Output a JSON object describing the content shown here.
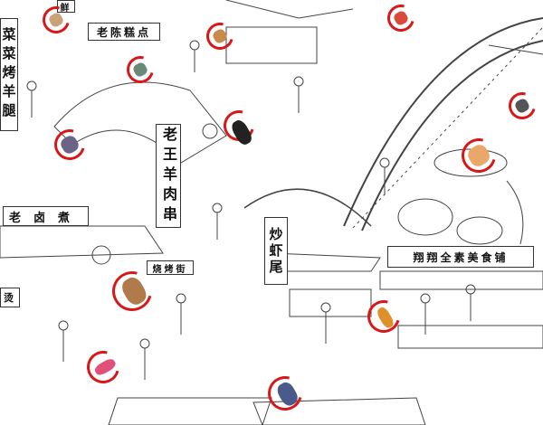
{
  "game": {
    "signs": {
      "top_left_partial": "鲜",
      "cake_shop": "老陈糕点",
      "roast_lamb_leg": "菜菜烤羊腿",
      "lamb_skewers": "老王羊肉串",
      "stew": "老卤煮",
      "bbq_street": "烧烤街",
      "crayfish": "炒虾尾",
      "vegetarian_shop": "翔翔全素美食铺",
      "hot_partial": "烫"
    },
    "found_items": [
      {
        "name": "old-man-face",
        "color": "#c9a27a"
      },
      {
        "name": "red-doll",
        "color": "#d84a3a"
      },
      {
        "name": "portrait",
        "color": "#c98a4a"
      },
      {
        "name": "frog-on-roof",
        "color": "#6a8a78"
      },
      {
        "name": "purple-creature",
        "color": "#6a6488"
      },
      {
        "name": "masked-ninja",
        "color": "#222222"
      },
      {
        "name": "cat-on-bridge",
        "color": "#555555"
      },
      {
        "name": "smiling-face",
        "color": "#e9a86a"
      },
      {
        "name": "cat-in-robe",
        "color": "#b07a4a"
      },
      {
        "name": "pink-sign",
        "color": "#e0507a"
      },
      {
        "name": "orange-fish",
        "color": "#e0902a"
      },
      {
        "name": "blue-cat-on-roof",
        "color": "#4a5a8a"
      }
    ]
  }
}
